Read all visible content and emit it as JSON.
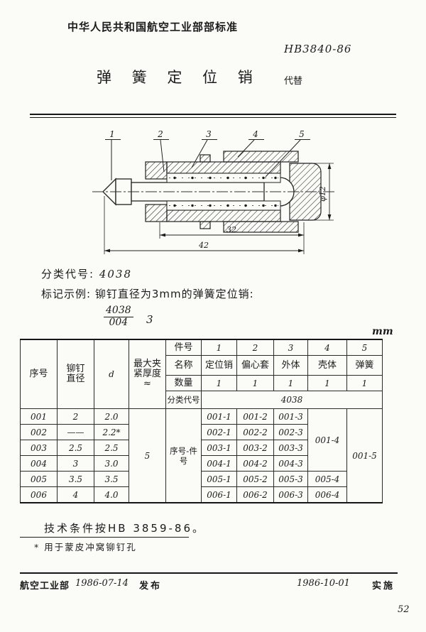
{
  "header": {
    "org": "中华人民共和国航空工业部部标准",
    "standard_no": "HB3840-86",
    "title": "弹 簧 定 位 销",
    "supersedes_label": "代替"
  },
  "drawing": {
    "part_labels": [
      "1",
      "2",
      "3",
      "4",
      "5"
    ],
    "dim_32": "32",
    "dim_42": "42",
    "dim_dia": "φ12"
  },
  "classification": {
    "label": "分类代号:",
    "value": "4038"
  },
  "marking": {
    "label": "标记示例:",
    "text": "铆钉直径为3mm的弹簧定位销:",
    "fraction_numerator": "4038",
    "fraction_denominator": "004",
    "size": "3"
  },
  "table": {
    "unit": "mm",
    "headers": {
      "seq": "序号",
      "rivet_l1": "铆钉",
      "rivet_l2": "直径",
      "d": "d",
      "max_l1": "最大夹",
      "max_l2": "紧厚度",
      "max_l3": "≈",
      "part_no": "件号",
      "part_name": "名称",
      "qty": "数量",
      "class_code": "分类代号"
    },
    "part_nos": [
      "1",
      "2",
      "3",
      "4",
      "5"
    ],
    "part_names": [
      "定位销",
      "偏心套",
      "外体",
      "壳体",
      "弹簧"
    ],
    "quantities": [
      "1",
      "1",
      "1",
      "1",
      "1"
    ],
    "class_code_value": "4038",
    "max_thickness_value": "5",
    "span_label": "序号-件号",
    "p4_merged": "001-4",
    "p5_merged": "001-5",
    "rows": [
      {
        "seq": "001",
        "rivet": "2",
        "d": "2.0",
        "p1": "001-1",
        "p2": "001-2",
        "p3": "001-3"
      },
      {
        "seq": "002",
        "rivet": "——",
        "d": "2.2*",
        "p1": "002-1",
        "p2": "002-2",
        "p3": "002-3"
      },
      {
        "seq": "003",
        "rivet": "2.5",
        "d": "2.5",
        "p1": "003-1",
        "p2": "003-2",
        "p3": "003-3"
      },
      {
        "seq": "004",
        "rivet": "3",
        "d": "3.0",
        "p1": "004-1",
        "p2": "004-2",
        "p3": "004-3"
      },
      {
        "seq": "005",
        "rivet": "3.5",
        "d": "3.5",
        "p1": "005-1",
        "p2": "005-2",
        "p3": "005-3",
        "p4": "005-4"
      },
      {
        "seq": "006",
        "rivet": "4",
        "d": "4.0",
        "p1": "006-1",
        "p2": "006-2",
        "p3": "006-3",
        "p4": "006-4"
      }
    ]
  },
  "notes": {
    "tech": "技术条件按HB 3859-86。",
    "footnote_mark": "*",
    "footnote": "用于蒙皮冲窝铆钉孔"
  },
  "footer": {
    "issuer": "航空工业部",
    "issue_date": "1986-07-14",
    "issue_label": "发布",
    "impl_date": "1986-10-01",
    "impl_label": "实施"
  },
  "page_number": "52"
}
